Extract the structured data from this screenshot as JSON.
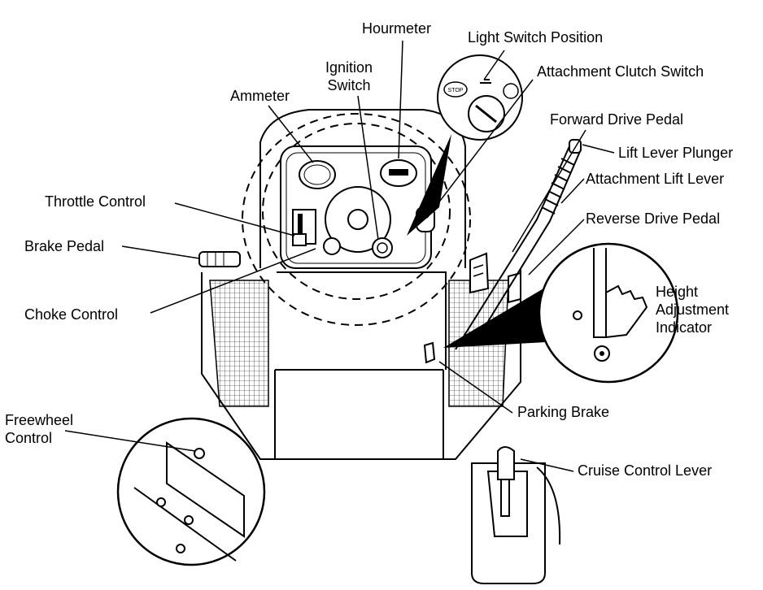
{
  "labels": {
    "hourmeter": "Hourmeter",
    "light_switch_position": "Light Switch Position",
    "ignition_switch": "Ignition\nSwitch",
    "attachment_clutch_switch": "Attachment Clutch Switch",
    "ammeter": "Ammeter",
    "forward_drive_pedal": "Forward Drive Pedal",
    "lift_lever_plunger": "Lift Lever Plunger",
    "attachment_lift_lever": "Attachment Lift Lever",
    "throttle_control": "Throttle Control",
    "reverse_drive_pedal": "Reverse Drive Pedal",
    "brake_pedal": "Brake Pedal",
    "height_adjustment_indicator": "Height\nAdjustment\nIndicator",
    "choke_control": "Choke Control",
    "parking_brake": "Parking Brake",
    "freewheel_control": "Freewheel\nControl",
    "cruise_control_lever": "Cruise Control Lever"
  },
  "switch_text": {
    "stop": "STOP"
  },
  "colors": {
    "ink": "#000000",
    "paper": "#ffffff"
  }
}
